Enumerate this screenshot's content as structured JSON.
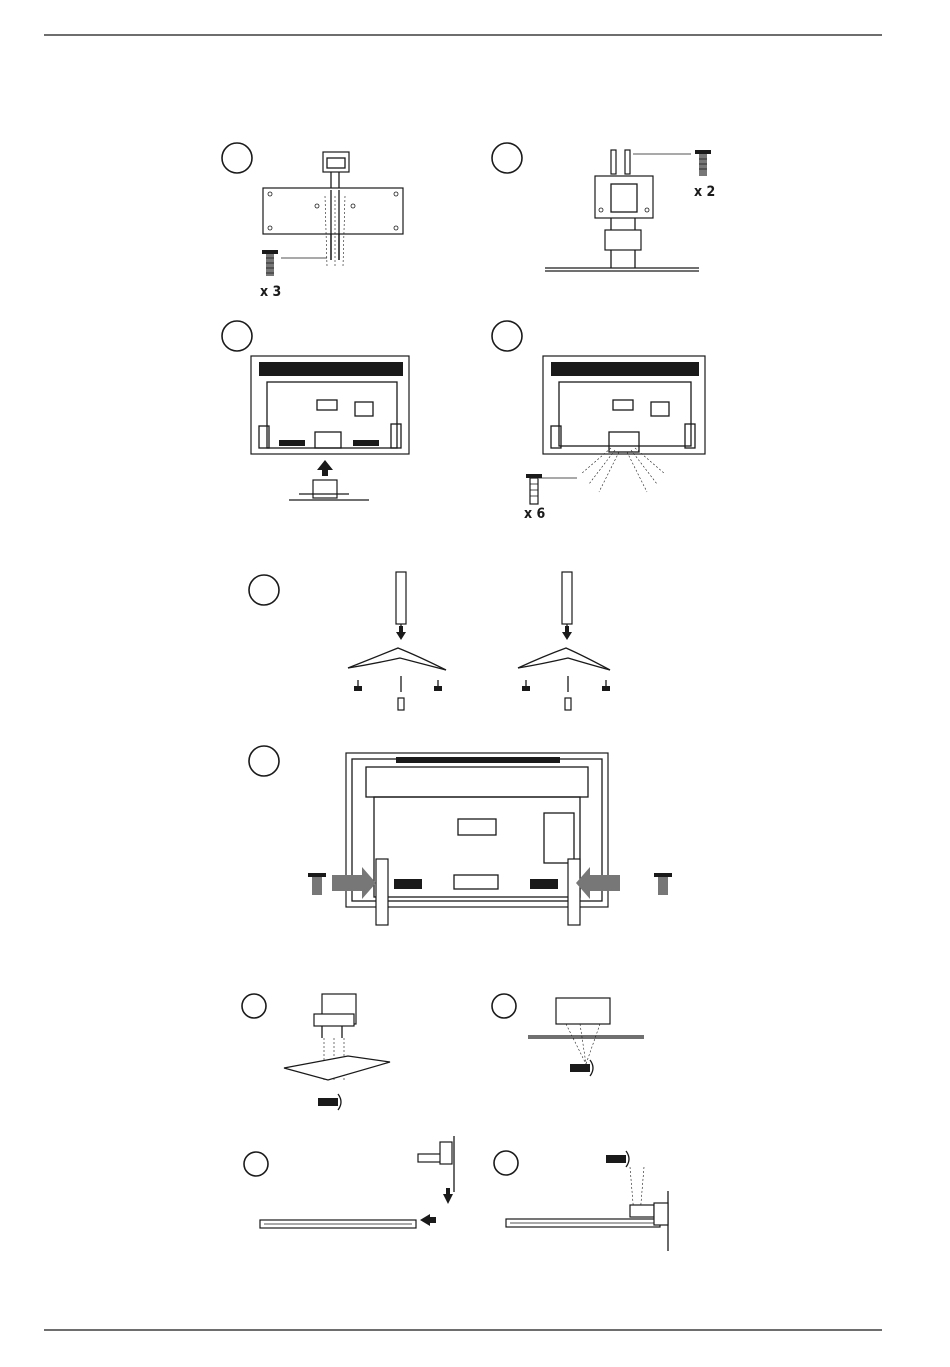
{
  "labels": {
    "step1_qty": "x 3",
    "step2_qty": "x 2",
    "step4_qty": "x 6"
  },
  "icons": {
    "screw": "screw-icon",
    "arrow": "arrow-icon",
    "tv_back": "tv-back-icon",
    "stand": "stand-icon"
  },
  "colors": {
    "line": "#1a1a1a",
    "rule": "#6e6e6e",
    "arrow_fill": "#777777"
  }
}
